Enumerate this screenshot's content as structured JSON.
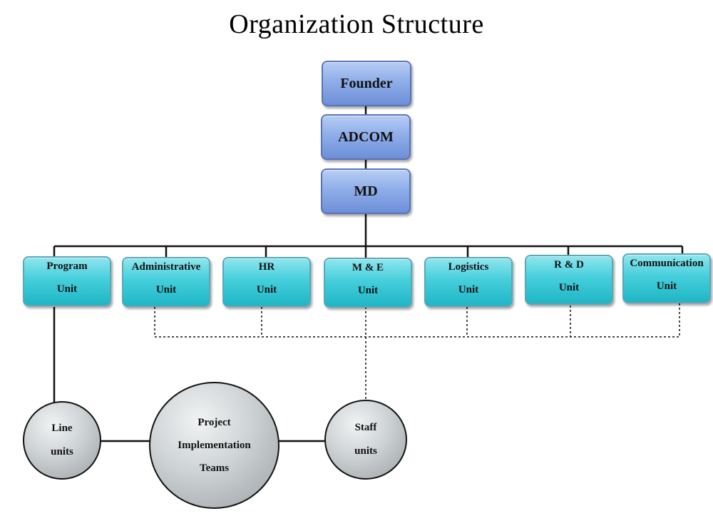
{
  "title": "Organization Structure",
  "colors": {
    "executive_box": "#8faee9",
    "unit_box": "#46cfdc",
    "circle": "#cdd2d4",
    "line": "#111111"
  },
  "executive": {
    "founder": "Founder",
    "adcom": "ADCOM",
    "md": "MD"
  },
  "units": [
    {
      "line1": "Program",
      "line2": "Unit"
    },
    {
      "line1": "Administrative",
      "line2": "Unit"
    },
    {
      "line1": "HR",
      "line2": "Unit"
    },
    {
      "line1": "M & E",
      "line2": "Unit"
    },
    {
      "line1": "Logistics",
      "line2": "Unit"
    },
    {
      "line1": "R & D",
      "line2": "Unit"
    },
    {
      "line1": "Communication",
      "line2": "Unit"
    }
  ],
  "circles": {
    "line_units": {
      "line1": "Line",
      "line2": "units"
    },
    "project_teams": {
      "line1": "Project",
      "line2": "Implementation",
      "line3": "Teams"
    },
    "staff_units": {
      "line1": "Staff",
      "line2": "units"
    }
  }
}
